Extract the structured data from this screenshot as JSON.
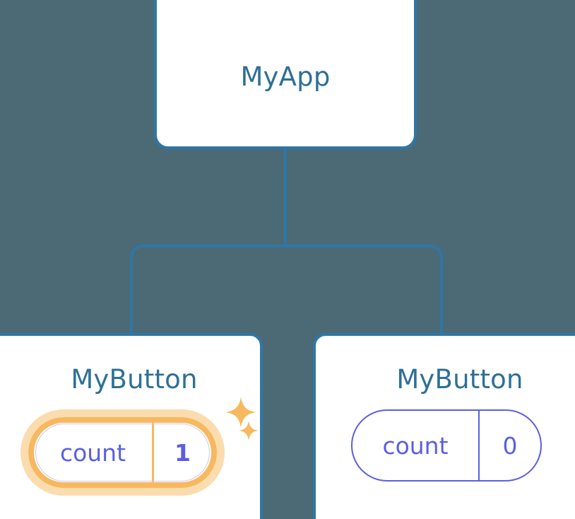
{
  "diagram": {
    "type": "component-tree",
    "background_color": "#4c6a75",
    "node_border_color": "#2e77a6",
    "title_color": "#2e7096",
    "state_color": "#5b5fe0",
    "highlight_color": "#f7b95f",
    "highlight_glow_color": "#fbdcaf",
    "root": {
      "label": "MyApp"
    },
    "children": [
      {
        "label": "MyButton",
        "state": {
          "key": "count",
          "value": "1"
        },
        "highlighted": true,
        "sparkles": [
          "sparkle-icon",
          "sparkle-icon"
        ]
      },
      {
        "label": "MyButton",
        "state": {
          "key": "count",
          "value": "0"
        },
        "highlighted": false,
        "sparkles": []
      }
    ],
    "edges": [
      {
        "from": "MyApp",
        "to": "MyButton (count 1)"
      },
      {
        "from": "MyApp",
        "to": "MyButton (count 0)"
      }
    ]
  }
}
